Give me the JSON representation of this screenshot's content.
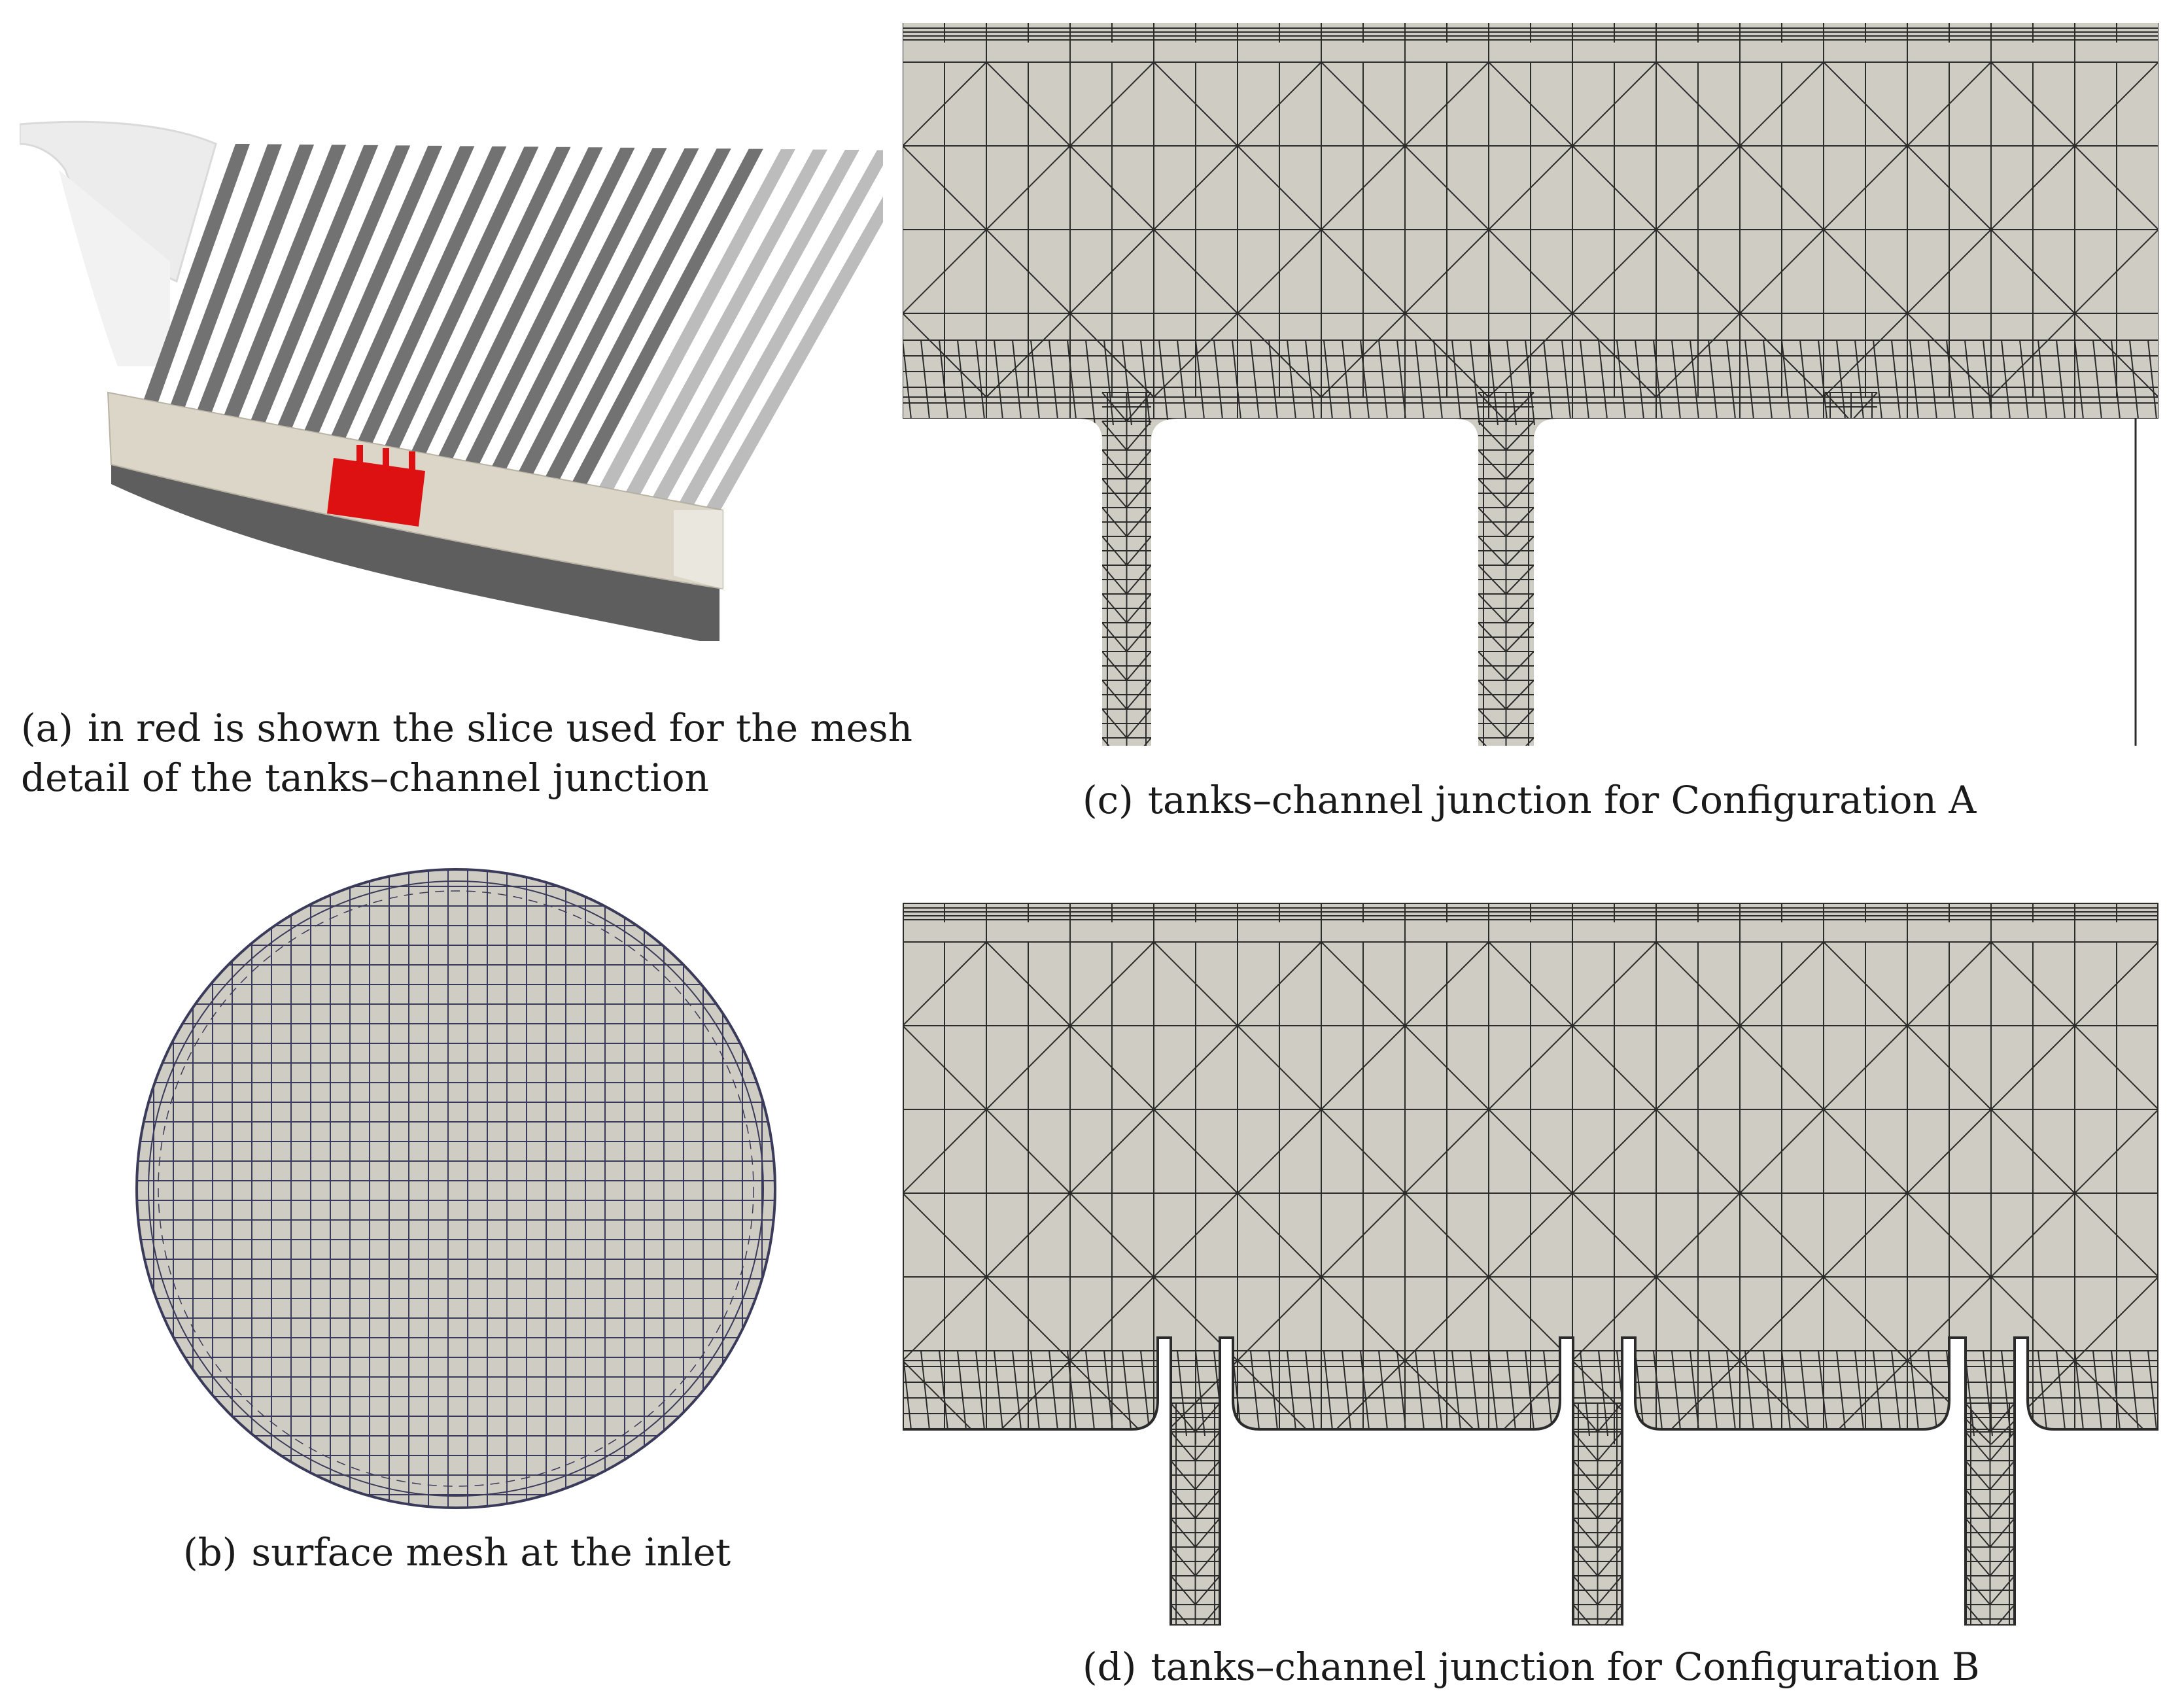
{
  "figure": {
    "panels": [
      {
        "id": "a",
        "label": "(a)",
        "caption_line1": "in red is shown the slice used for the mesh",
        "caption_line2": "detail of the tanks–channel junction",
        "highlight_color": "#dd1111"
      },
      {
        "id": "b",
        "label": "(b)",
        "caption": "surface mesh at the inlet",
        "mesh_color": "#3a3a5a"
      },
      {
        "id": "c",
        "label": "(c)",
        "caption": "tanks–channel junction for Configuration A"
      },
      {
        "id": "d",
        "label": "(d)",
        "caption": "tanks–channel junction for Configuration B"
      }
    ],
    "colors": {
      "mesh_fill": "#cfccc3",
      "mesh_line": "#2b2b2b",
      "tube_dark": "#6d6d6d",
      "base_cream": "#dcd6c8",
      "base_dark": "#5d5d5d"
    }
  }
}
